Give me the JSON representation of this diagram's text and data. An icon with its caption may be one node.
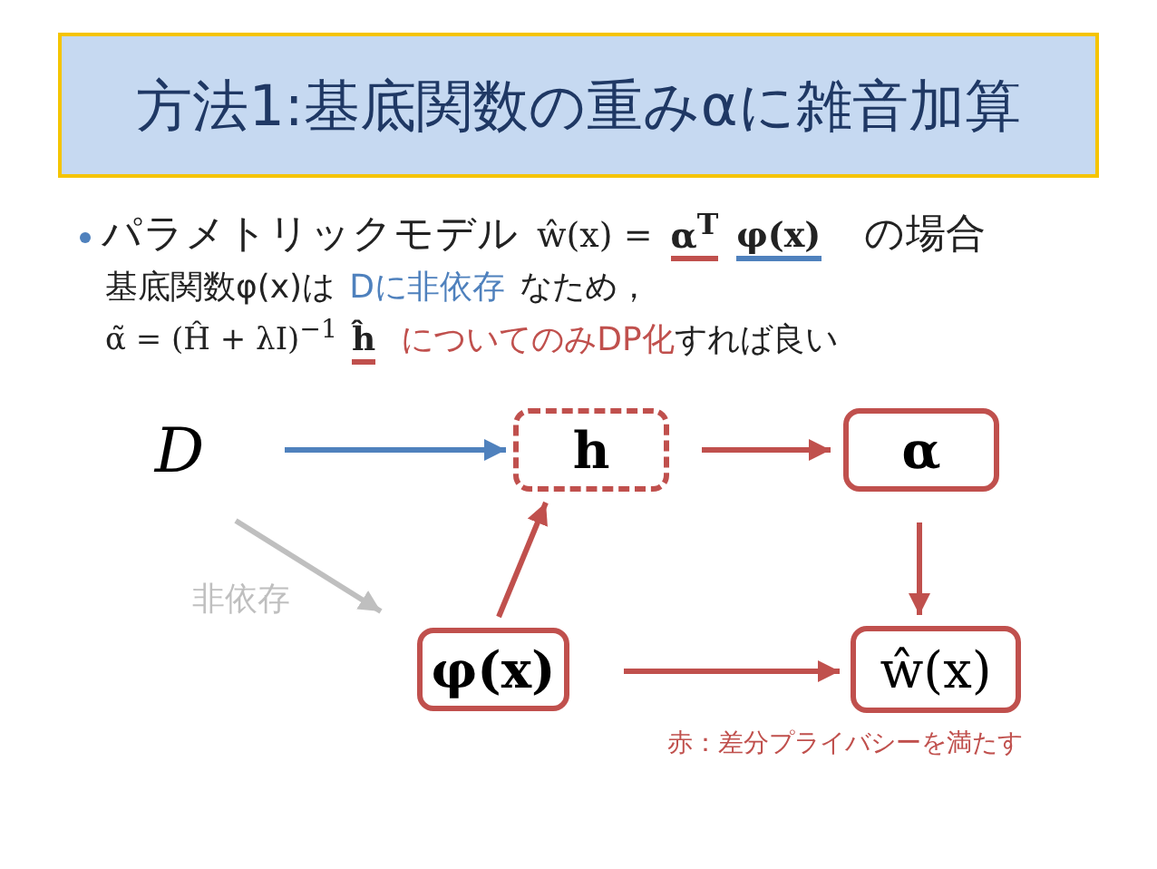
{
  "diagram": {
    "title": "方法1:基底関数の重みαに雑音加算",
    "nodes": [
      {
        "text": [
          "D"
        ]
      },
      {
        "text": [
          "h"
        ]
      },
      {
        "text": [
          "α"
        ]
      },
      {
        "text": [
          "φ(x)"
        ]
      },
      {
        "text": [
          "ŵ(x)"
        ]
      }
    ],
    "edges": [
      {
        "from": 0,
        "to": 1,
        "arrow": "to",
        "color": "#4f81bd"
      },
      {
        "from": 1,
        "to": 2,
        "arrow": "to"
      },
      {
        "from": 3,
        "to": 1,
        "arrow": "to"
      },
      {
        "from": 2,
        "to": 4,
        "arrow": "to"
      },
      {
        "from": 3,
        "to": 4,
        "arrow": "to"
      },
      {
        "from": 0,
        "to": 3,
        "arrow": "to",
        "color": "#bfbfbf",
        "label": "非依存"
      }
    ],
    "labels": [
      "パラメトリックモデル",
      "ŵ(x) =",
      "α$^{T}$",
      "φ(x)",
      "の場合",
      "基底関数φ(x)は",
      "Dに非依存",
      "なため，",
      "α̃ = (Ĥ + λI)$^{−1}$",
      "ĥ",
      "についてのみDP化",
      "すれば良い",
      "赤：差分プライバシーを満たす"
    ]
  }
}
